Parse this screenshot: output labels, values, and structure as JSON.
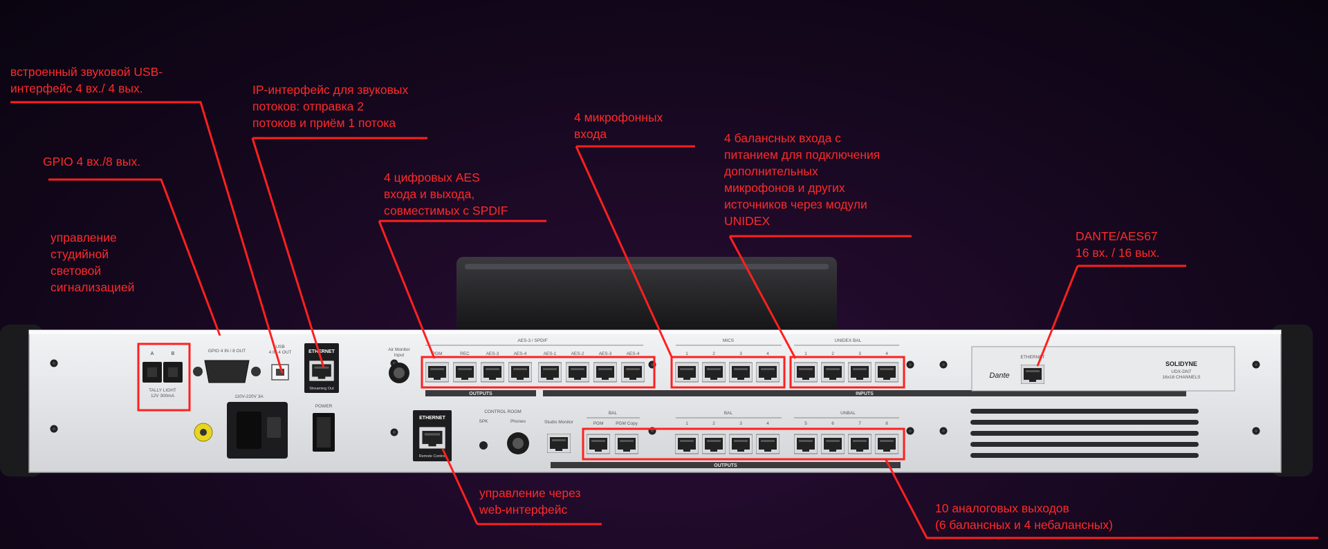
{
  "device": {
    "brand": "SOLIDYNE",
    "model": "UDX-DNT",
    "model_sub": "16x16 CHANNELS",
    "dante_logo": "Dante",
    "labels": {
      "tally_a": "A",
      "tally_b": "B",
      "tally_light": "TALLY LIGHT",
      "tally_rating": "12V 300mA",
      "gpio": "GPIO 4 IN / 8 OUT",
      "usb": "USB",
      "usb_io": "4 IN 4 OUT",
      "ethernet_streaming": "ETHERNET",
      "streaming_out": "Streaming Out",
      "mains": "110V-220V 3A",
      "power": "POWER",
      "air_monitor": "Air Monitor",
      "air_monitor_input": "Input",
      "aes_group": "AES-3 / SPDIF",
      "aes_out_ports": [
        "PGM",
        "REC",
        "AES-3",
        "AES-4"
      ],
      "aes_in_ports": [
        "AES-1",
        "AES-2",
        "AES-3",
        "AES-4"
      ],
      "outputs_top": "OUTPUTS",
      "mics_group": "MICS",
      "mic_ports": [
        "1",
        "2",
        "3",
        "4"
      ],
      "unidex_group": "UNIDEX BAL",
      "unidex_ports": [
        "1",
        "2",
        "3",
        "4"
      ],
      "inputs": "INPUTS",
      "ethernet_dante": "ETHERNET",
      "ethernet_remote": "ETHERNET",
      "remote_control": "Remote Control",
      "control_room": "CONTROL ROOM",
      "spk": "SPK",
      "phones": "Phones",
      "studio_monitor": "Studio Monitor",
      "bal_group_1": "BAL",
      "bal_group_1_ports": [
        "PGM",
        "PGM Copy"
      ],
      "bal_group_2": "BAL",
      "bal_group_2_ports": [
        "1",
        "2",
        "3",
        "4"
      ],
      "unbal_group": "UNBAL",
      "unbal_ports": [
        "5",
        "6",
        "7",
        "8"
      ],
      "outputs_bottom": "OUTPUTS"
    }
  },
  "annotations": [
    {
      "id": "usb",
      "text": "встроенный звуковой USB-\nинтерфейс 4 вх./ 4 вых."
    },
    {
      "id": "streaming",
      "text": "IP-интерфейс для звуковых\nпотоков: отправка 2\nпотоков и приём 1 потока"
    },
    {
      "id": "gpio",
      "text": "GPIO 4 вх./8 вых."
    },
    {
      "id": "tally",
      "text": "управление\nстудийной\nсветовой\nсигнализацией"
    },
    {
      "id": "aes",
      "text": "4 цифровых AES\nвхода и выхода,\nсовместимых с SPDIF"
    },
    {
      "id": "mics",
      "text": "4 микрофонных\nвхода"
    },
    {
      "id": "unidex",
      "text": "4 балансных входа с\nпитанием для подключения\nдополнительных\nмикрофонов и других\nисточников через модули\nUNIDEX"
    },
    {
      "id": "dante",
      "text": "DANTE/AES67\n16 вх. / 16 вых."
    },
    {
      "id": "web",
      "text": "управление через\nweb-интерфейс"
    },
    {
      "id": "analog",
      "text": "10 аналоговых выходов\n(6 балансных и 4 небалансных)"
    }
  ],
  "colors": {
    "annotation": "#ff2a2a",
    "panel": "#e2e3e6",
    "background": "#16081f"
  }
}
